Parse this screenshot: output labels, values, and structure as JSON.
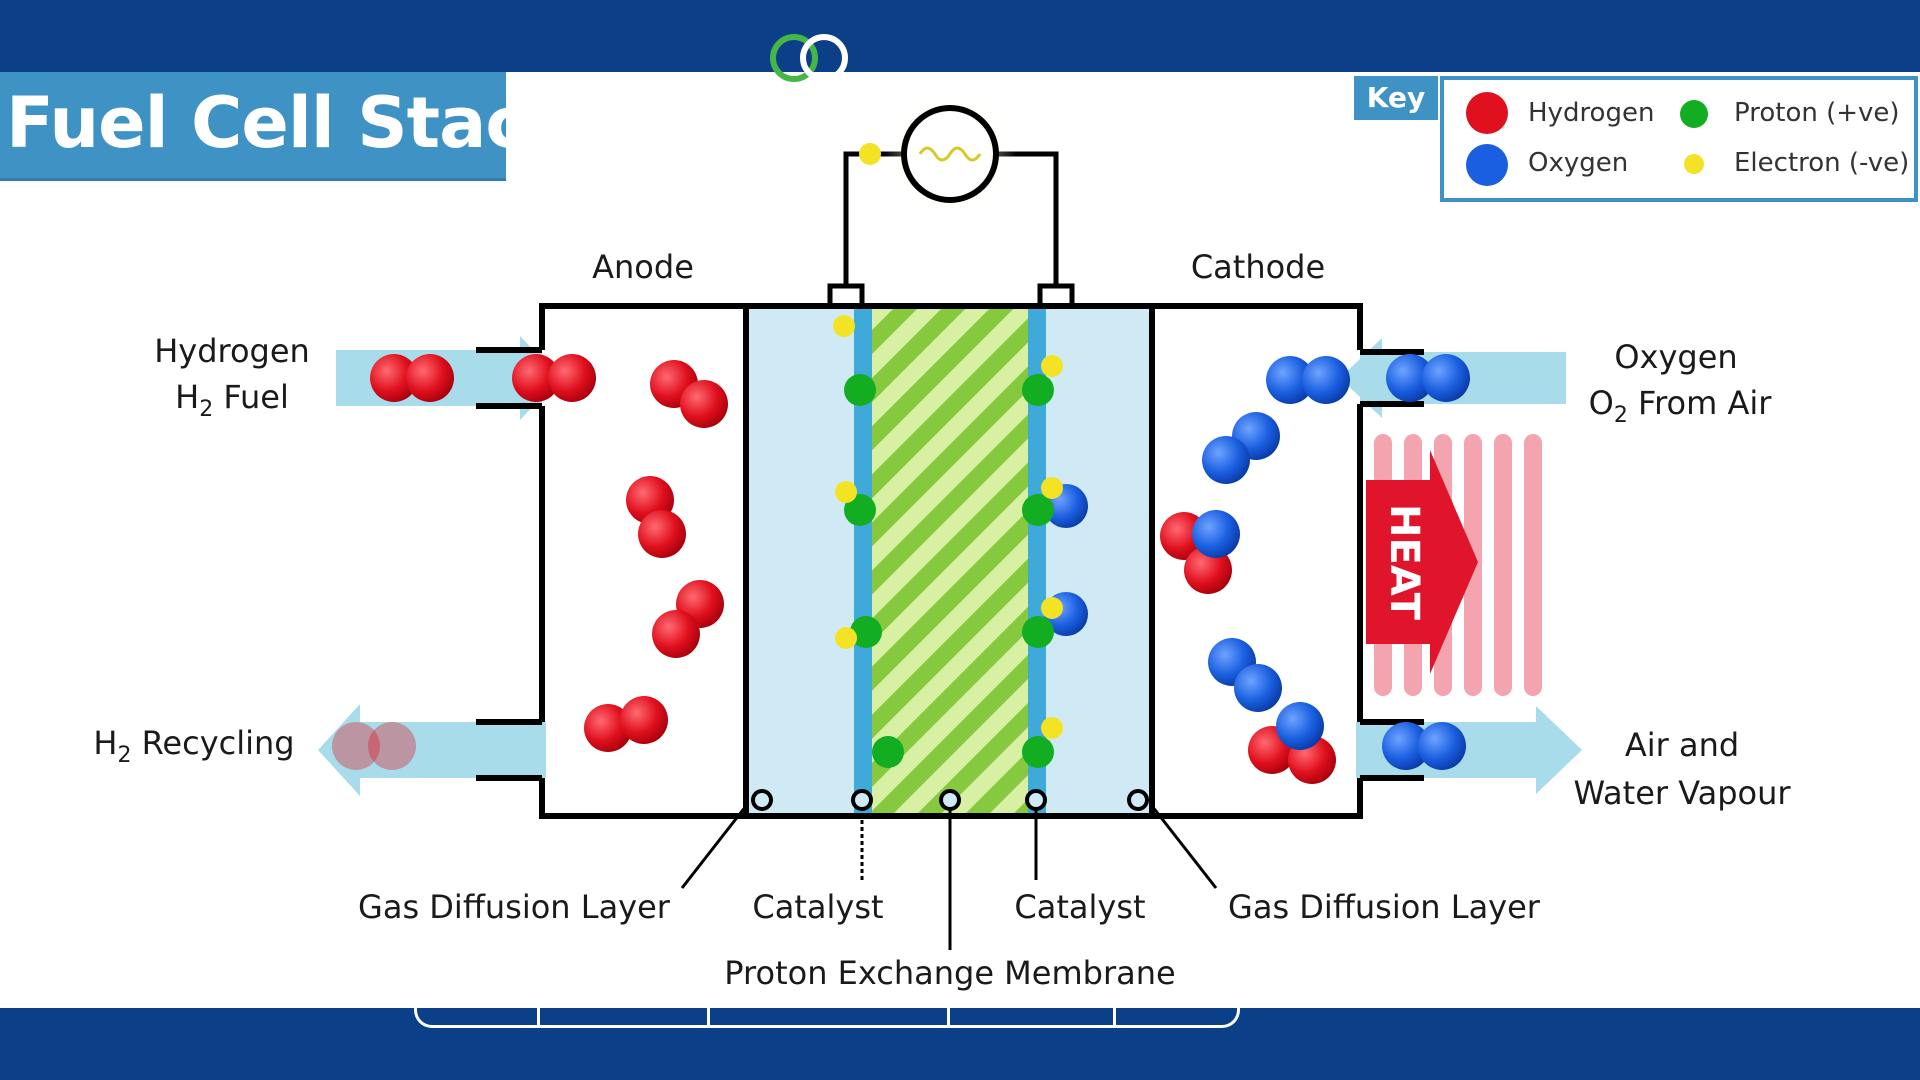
{
  "title": "Fuel Cell Stack",
  "key": {
    "tab": "Key",
    "items": [
      {
        "label": "Hydrogen",
        "color": "#e0101e"
      },
      {
        "label": "Proton (+ve)",
        "color": "#13ad22"
      },
      {
        "label": "Oxygen",
        "color": "#1a5fe0"
      },
      {
        "label": "Electron (-ve)",
        "color": "#f3e324"
      }
    ]
  },
  "labels": {
    "anode": "Anode",
    "cathode": "Cathode",
    "hydrogen_in_1": "Hydrogen",
    "hydrogen_in_2": "H",
    "hydrogen_in_sub": "2",
    "hydrogen_in_3": " Fuel",
    "recycle_1": "H",
    "recycle_sub": "2",
    "recycle_2": " Recycling",
    "oxygen_in_1": "Oxygen",
    "oxygen_in_2": "O",
    "oxygen_in_sub": "2",
    "oxygen_in_3": " From Air",
    "outlet_1": "Air and",
    "outlet_2": "Water Vapour",
    "heat": "HEAT",
    "gdl_left": "Gas Diffusion Layer",
    "catalyst_left": "Catalyst",
    "catalyst_right": "Catalyst",
    "gdl_right": "Gas Diffusion Layer",
    "pem": "Proton Exchange Membrane"
  },
  "colors": {
    "background": "#0b4089",
    "panel": "#ffffff",
    "accent": "#3f92c4",
    "channel": "#a8dcea",
    "gdl": "#cfeaf5",
    "catalyst": "#3fa9d9",
    "membrane_light": "#d8f0a4",
    "membrane_dark": "#86c93f",
    "heat": "#e0152c",
    "heat_fins": "#f3a4ae"
  }
}
